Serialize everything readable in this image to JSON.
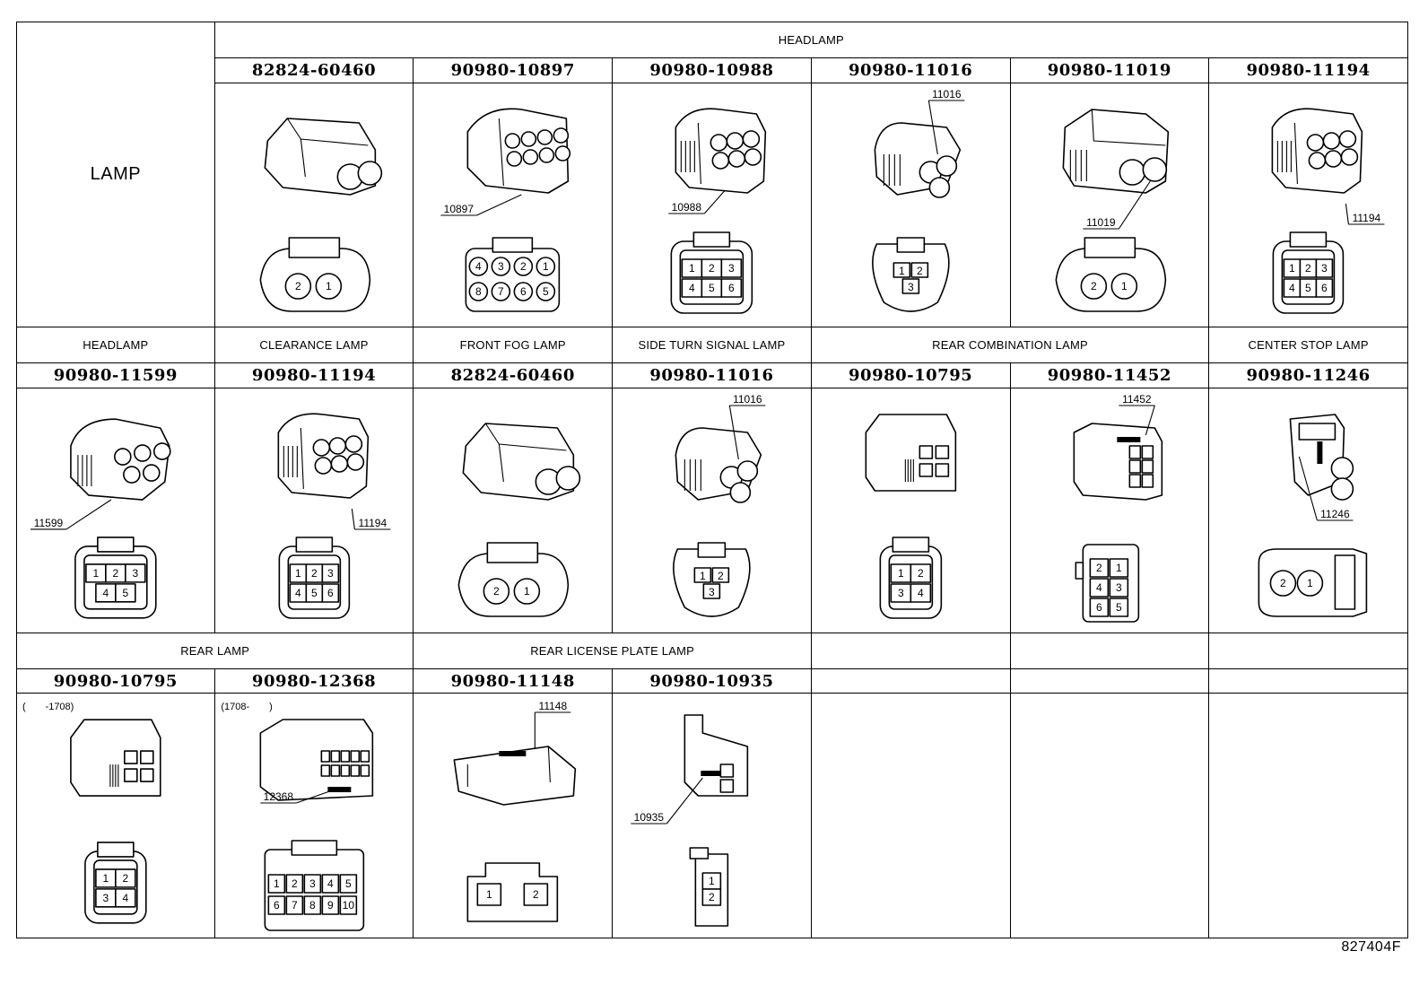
{
  "figure_id": "827404F",
  "lamp_header": "LAMP",
  "rows": [
    {
      "groups": [
        {
          "label": "HEADLAMP",
          "span": 6
        }
      ],
      "connectors": [
        {
          "part": "82824-60460",
          "callout": "",
          "pins_top": [
            "2",
            "1"
          ],
          "pins_bottom": [],
          "style": "round2"
        },
        {
          "part": "90980-10897",
          "callout": "10897",
          "pins_top": [
            "4",
            "3",
            "2",
            "1"
          ],
          "pins_bottom": [
            "8",
            "7",
            "6",
            "5"
          ],
          "style": "round8"
        },
        {
          "part": "90980-10988",
          "callout": "10988",
          "pins_top": [
            "1",
            "2",
            "3"
          ],
          "pins_bottom": [
            "4",
            "5",
            "6"
          ],
          "style": "square6"
        },
        {
          "part": "90980-11016",
          "callout": "11016",
          "pins_top": [
            "1",
            "2"
          ],
          "pins_bottom": [
            "3"
          ],
          "style": "tri3"
        },
        {
          "part": "90980-11019",
          "callout": "11019",
          "pins_top": [
            "2",
            "1"
          ],
          "pins_bottom": [],
          "style": "round2b"
        },
        {
          "part": "90980-11194",
          "callout": "11194",
          "pins_top": [
            "1",
            "2",
            "3"
          ],
          "pins_bottom": [
            "4",
            "5",
            "6"
          ],
          "style": "square6s"
        }
      ]
    },
    {
      "groups": [
        {
          "label": "HEADLAMP",
          "span": 1
        },
        {
          "label": "CLEARANCE LAMP",
          "span": 1
        },
        {
          "label": "FRONT FOG LAMP",
          "span": 1
        },
        {
          "label": "SIDE TURN SIGNAL LAMP",
          "span": 1
        },
        {
          "label": "REAR COMBINATION LAMP",
          "span": 2
        },
        {
          "label": "CENTER STOP LAMP",
          "span": 1
        }
      ],
      "connectors": [
        {
          "part": "90980-11599",
          "callout": "11599",
          "pins_top": [
            "1",
            "2",
            "3"
          ],
          "pins_bottom": [
            "4",
            "5"
          ],
          "style": "square5"
        },
        {
          "part": "90980-11194",
          "callout": "11194",
          "pins_top": [
            "1",
            "2",
            "3"
          ],
          "pins_bottom": [
            "4",
            "5",
            "6"
          ],
          "style": "square6s"
        },
        {
          "part": "82824-60460",
          "callout": "",
          "pins_top": [
            "2",
            "1"
          ],
          "pins_bottom": [],
          "style": "round2"
        },
        {
          "part": "90980-11016",
          "callout": "11016",
          "pins_top": [
            "1",
            "2"
          ],
          "pins_bottom": [
            "3"
          ],
          "style": "tri3"
        },
        {
          "part": "90980-10795",
          "callout": "",
          "pins_top": [
            "1",
            "2"
          ],
          "pins_bottom": [
            "3",
            "4"
          ],
          "style": "grid4"
        },
        {
          "part": "90980-11452",
          "callout": "11452",
          "pins_top": [
            "2",
            "4",
            "6"
          ],
          "pins_bottom": [
            "1",
            "3",
            "5"
          ],
          "style": "vert6"
        },
        {
          "part": "90980-11246",
          "callout": "11246",
          "pins_top": [
            "2",
            "1"
          ],
          "pins_bottom": [],
          "style": "side2"
        }
      ]
    },
    {
      "groups": [
        {
          "label": "REAR LAMP",
          "span": 2
        },
        {
          "label": "REAR LICENSE PLATE LAMP",
          "span": 2
        },
        {
          "label": "",
          "span": 1
        },
        {
          "label": "",
          "span": 1
        },
        {
          "label": "",
          "span": 1
        }
      ],
      "connectors": [
        {
          "part": "90980-10795",
          "callout": "",
          "note": "(　　-1708)",
          "pins_top": [
            "1",
            "2"
          ],
          "pins_bottom": [
            "3",
            "4"
          ],
          "style": "grid4"
        },
        {
          "part": "90980-12368",
          "callout": "12368",
          "note": "(1708-　　)",
          "pins_top": [
            "1",
            "2",
            "3",
            "4",
            "5"
          ],
          "pins_bottom": [
            "6",
            "7",
            "8",
            "9",
            "10"
          ],
          "style": "wide10"
        },
        {
          "part": "90980-11148",
          "callout": "11148",
          "pins_top": [
            "1",
            "2"
          ],
          "pins_bottom": [],
          "style": "flat2"
        },
        {
          "part": "90980-10935",
          "callout": "10935",
          "pins_top": [
            "1"
          ],
          "pins_bottom": [
            "2"
          ],
          "style": "narrow2"
        },
        {
          "part": "",
          "callout": "",
          "pins_top": [],
          "pins_bottom": [],
          "style": "empty"
        },
        {
          "part": "",
          "callout": "",
          "pins_top": [],
          "pins_bottom": [],
          "style": "empty"
        },
        {
          "part": "",
          "callout": "",
          "pins_top": [],
          "pins_bottom": [],
          "style": "empty"
        }
      ]
    }
  ]
}
